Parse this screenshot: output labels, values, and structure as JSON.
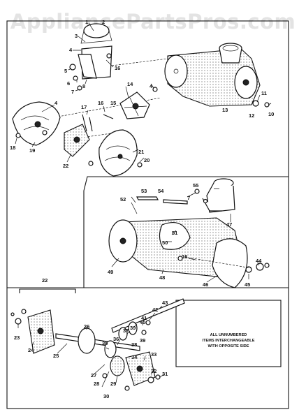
{
  "watermark": "AppliancePartsPros.com",
  "note": {
    "line1": "ALL UNNUMBERED",
    "line2": "ITEMS INTERCHANGEABLE",
    "line3": "WITH OPPOSITE SIDE"
  },
  "labels": {
    "p1": "1",
    "p2": "2",
    "p3": "3",
    "p4a": "4",
    "p4b": "4",
    "p4c": "4",
    "p5": "5",
    "p6": "6",
    "p7a": "7",
    "p7b": "7",
    "p8": "8",
    "p10": "10",
    "p11": "11",
    "p12": "12",
    "p13": "13",
    "p14": "14",
    "p15": "15",
    "p16a": "16",
    "p16b": "16",
    "p17": "17",
    "p18": "18",
    "p19": "19",
    "p20": "20",
    "p21": "21",
    "p22a": "22",
    "p22b": "22",
    "p23": "23",
    "p24": "24",
    "p25": "25",
    "p26": "26",
    "p27": "27",
    "p28": "28",
    "p29": "29",
    "p30": "30",
    "p31": "31",
    "p32": "32",
    "p33": "33",
    "p34": "34",
    "p35": "35",
    "p36": "36",
    "p37": "37",
    "p38": "38",
    "p39a": "39",
    "p39b": "39",
    "p40": "40",
    "p41": "41",
    "p42": "42",
    "p43": "43",
    "p44": "44",
    "p45": "45",
    "p46a": "46",
    "p46b": "46",
    "p47": "47",
    "p48": "48",
    "p49": "49",
    "p50": "50",
    "p51": "51",
    "p52": "52",
    "p53": "53",
    "p54": "54",
    "p55": "55"
  }
}
